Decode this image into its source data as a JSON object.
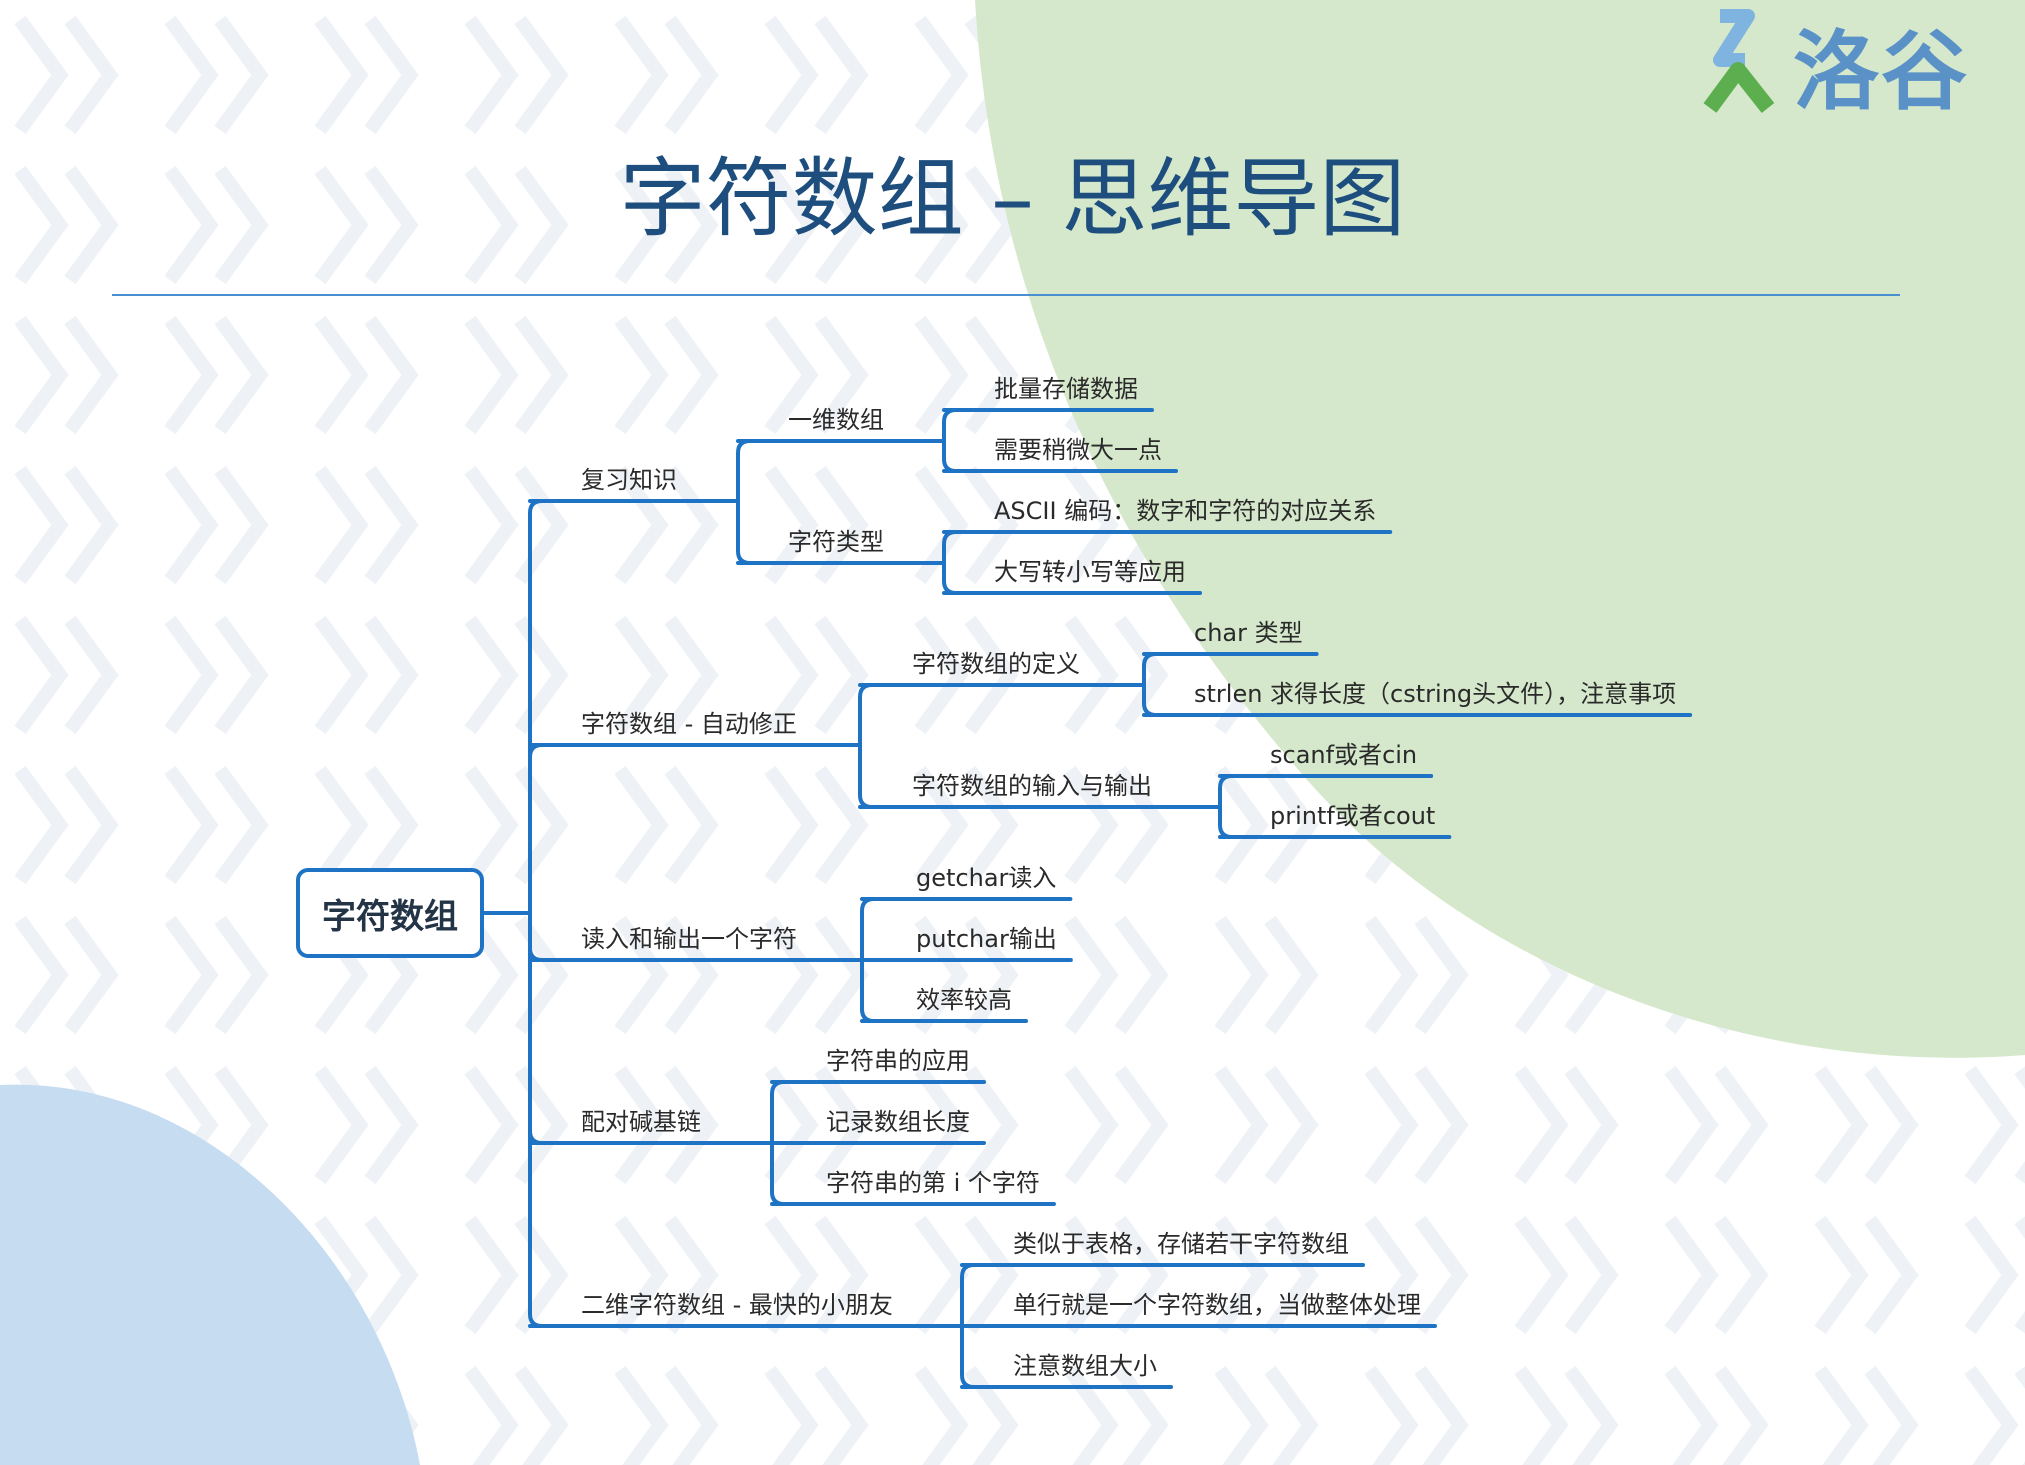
{
  "header": {
    "logo_text": "洛谷",
    "title": "字符数组 – 思维导图"
  },
  "colors": {
    "green_blob": "#d5e8cb",
    "blue_blob": "#c6dcf0",
    "branch_line": "#1f73c4",
    "title": "#1d4e7e"
  },
  "mindmap": {
    "root": "字符数组",
    "branches": [
      {
        "label": "复习知识",
        "children": [
          {
            "label": "一维数组",
            "children": [
              "批量存储数据",
              "需要稍微大一点"
            ]
          },
          {
            "label": "字符类型",
            "children": [
              "ASCII 编码：数字和字符的对应关系",
              "大写转小写等应用"
            ]
          }
        ]
      },
      {
        "label": "字符数组 - 自动修正",
        "children": [
          {
            "label": "字符数组的定义",
            "children": [
              "char 类型",
              "strlen 求得长度（cstring头文件），注意事项"
            ]
          },
          {
            "label": "字符数组的输入与输出",
            "children": [
              "scanf或者cin",
              "printf或者cout"
            ]
          }
        ]
      },
      {
        "label": "读入和输出一个字符",
        "children": [
          "getchar读入",
          "putchar输出",
          "效率较高"
        ]
      },
      {
        "label": "配对碱基链",
        "children": [
          "字符串的应用",
          "记录数组长度",
          "字符串的第 i 个字符"
        ]
      },
      {
        "label": "二维字符数组 - 最快的小朋友",
        "children": [
          "类似于表格，存储若干字符数组",
          "单行就是一个字符数组，当做整体处理",
          "注意数组大小"
        ]
      }
    ]
  }
}
